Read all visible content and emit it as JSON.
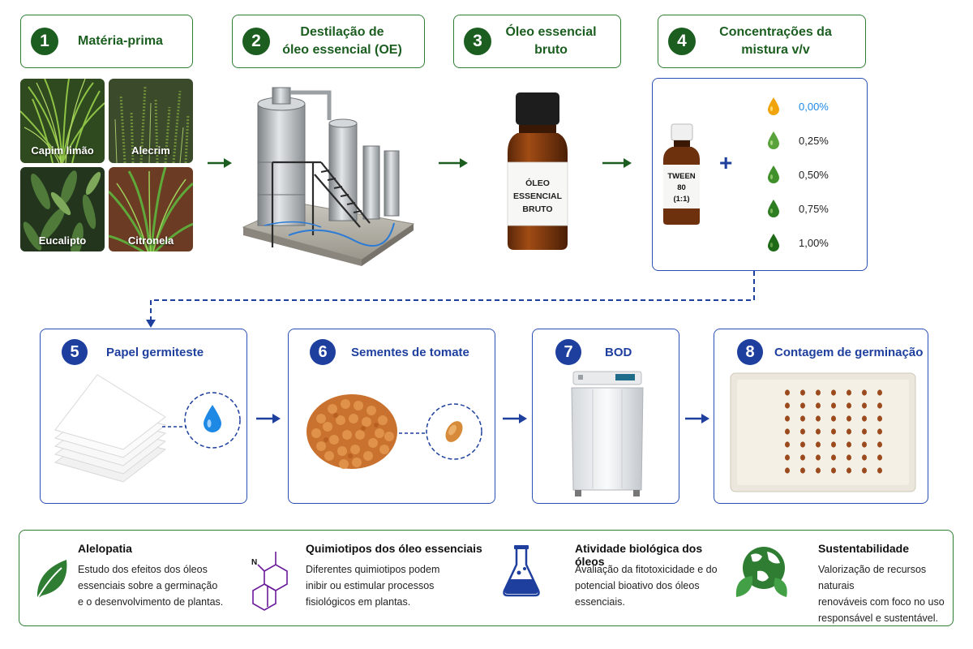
{
  "steps_top": [
    {
      "num": "1",
      "title": "Matéria-prima"
    },
    {
      "num": "2",
      "title_line1": "Destilação de",
      "title_line2": "óleo essencial (OE)"
    },
    {
      "num": "3",
      "title_line1": "Óleo essencial",
      "title_line2": "bruto"
    },
    {
      "num": "4",
      "title_line1": "Concentrações da",
      "title_line2": "mistura v/v"
    }
  ],
  "plants": [
    "Capim limão",
    "Alecrim",
    "Eucalipto",
    "Citronela"
  ],
  "bottle_label": {
    "line1": "ÓLEO",
    "line2": "ESSENCIAL",
    "line3": "BRUTO"
  },
  "tween_label": {
    "line1": "TWEEN",
    "line2": "80",
    "line3": "(1:1)"
  },
  "plus_sign": "+",
  "concentrations": [
    {
      "value": "0,00%",
      "color": "#f0a30a"
    },
    {
      "value": "0,25%",
      "color": "#5aa33a"
    },
    {
      "value": "0,50%",
      "color": "#3f8f2a"
    },
    {
      "value": "0,75%",
      "color": "#2f7d22"
    },
    {
      "value": "1,00%",
      "color": "#1f6a16"
    }
  ],
  "steps_mid": [
    {
      "num": "5",
      "title": "Papel germiteste"
    },
    {
      "num": "6",
      "title": "Sementes de tomate"
    },
    {
      "num": "7",
      "title": "BOD"
    },
    {
      "num": "8",
      "title": "Contagem de germinação"
    }
  ],
  "info": [
    {
      "icon": "leaf-icon",
      "title": "Alelopatia",
      "lines": [
        "Estudo dos efeitos dos óleos",
        "essenciais sobre a germinação",
        "e o desenvolvimento de plantas."
      ]
    },
    {
      "icon": "molecule-icon",
      "title": "Quimiotipos dos óleo essenciais",
      "lines": [
        "Diferentes quimiotipos podem",
        "inibir ou estimular processos",
        "fisiológicos em plantas."
      ]
    },
    {
      "icon": "flask-icon",
      "title": "Atividade biológica dos óleos",
      "lines": [
        "Avaliação da fitotoxicidade e do",
        "potencial bioativo dos óleos",
        "essenciais."
      ]
    },
    {
      "icon": "globe-leaf-icon",
      "title": "Sustentabilidade",
      "lines": [
        "Valorização de recursos naturais",
        "renováveis com foco no uso",
        "responsável e sustentável."
      ]
    }
  ],
  "molecule_label": "N",
  "colors": {
    "green": "#1b5e20",
    "blue": "#1e3f9e",
    "accent_blue": "#1e88e5"
  }
}
